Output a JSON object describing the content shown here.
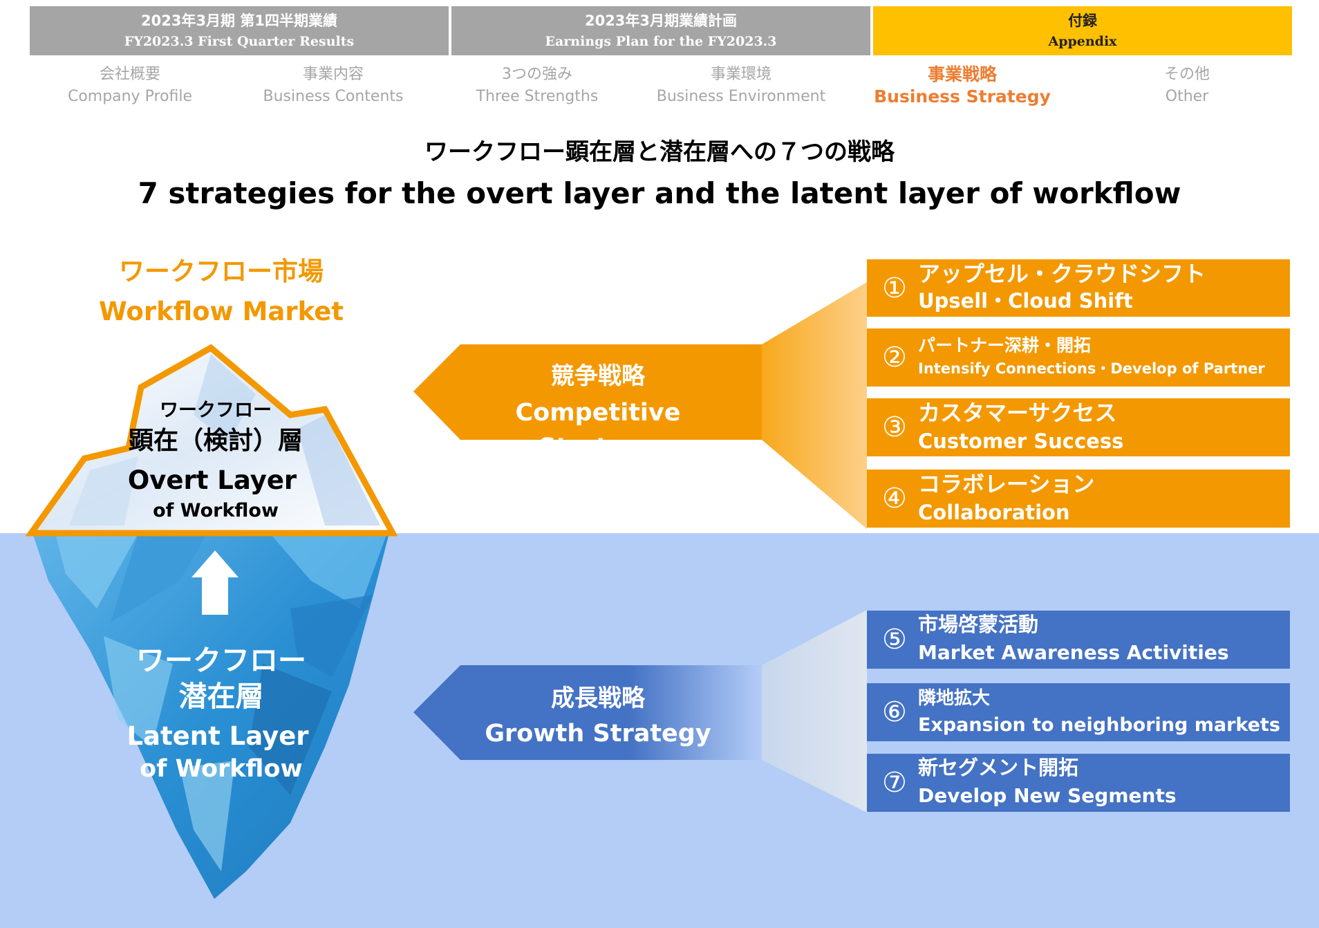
{
  "top_tabs": [
    {
      "jp": "2023年3月期 第1四半期業績",
      "en": "FY2023.3 First Quarter Results"
    },
    {
      "jp": "2023年3月期業績計画",
      "en": "Earnings Plan for the FY2023.3"
    },
    {
      "jp": "付録",
      "en": "Appendix"
    }
  ],
  "nav": [
    {
      "jp": "会社概要",
      "en": "Company Profile"
    },
    {
      "jp": "事業内容",
      "en": "Business Contents"
    },
    {
      "jp": "3つの強み",
      "en": "Three Strengths"
    },
    {
      "jp": "事業環境",
      "en": "Business Environment"
    },
    {
      "jp": "事業戦略",
      "en": "Business Strategy"
    },
    {
      "jp": "その他",
      "en": "Other"
    }
  ],
  "title": {
    "jp": "ワークフロー顕在層と潜在層への７つの戦略",
    "en": "7 strategies for the overt layer and the latent layer of workflow"
  },
  "market": {
    "jp": "ワークフロー市場",
    "en": "Workflow Market"
  },
  "overt": {
    "jp1": "ワークフロー",
    "jp2": "顕在（検討）層",
    "en1": "Overt Layer",
    "en2": "of Workflow"
  },
  "latent": {
    "jp1": "ワークフロー",
    "jp2": "潜在層",
    "en1": "Latent Layer",
    "en2": "of Workflow"
  },
  "competitive": {
    "jp": "競争戦略",
    "en": "Competitive Strategy"
  },
  "growth": {
    "jp": "成長戦略",
    "en": "Growth Strategy"
  },
  "strategies": [
    {
      "num": "①",
      "jp": "アップセル・クラウドシフト",
      "en": "Upsell・Cloud Shift"
    },
    {
      "num": "②",
      "jp": "パートナー深耕・開拓",
      "en": "Intensify Connections・Develop of Partner"
    },
    {
      "num": "③",
      "jp": "カスタマーサクセス",
      "en": "Customer Success"
    },
    {
      "num": "④",
      "jp": "コラボレーション",
      "en": "Collaboration"
    },
    {
      "num": "⑤",
      "jp": "市場啓蒙活動",
      "en": "Market Awareness Activities"
    },
    {
      "num": "⑥",
      "jp": "隣地拡大",
      "en": "Expansion to neighboring markets"
    },
    {
      "num": "⑦",
      "jp": "新セグメント開拓",
      "en": "Develop New Segments"
    }
  ],
  "colors": {
    "orange": "#f39800",
    "blue": "#4472c4",
    "gold": "#ffc000",
    "gray": "#a5a5a5",
    "latent_bg": "#b4cdf7"
  }
}
